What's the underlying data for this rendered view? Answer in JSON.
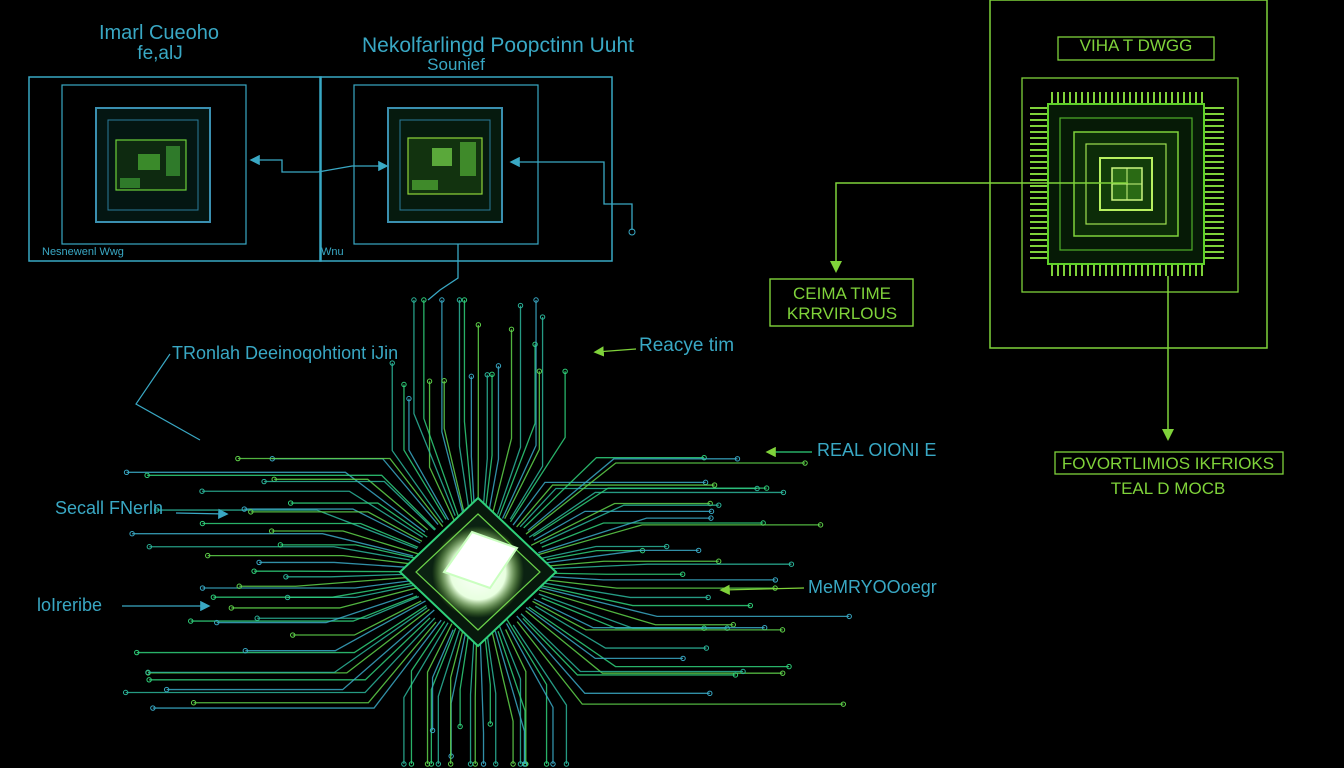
{
  "labels": {
    "top_left_1": "Imarl Cueoho",
    "top_left_2": "fe,alJ",
    "top_mid_1": "Nekolfarlingd Poopctinn Uuht",
    "top_mid_2": "Sounief",
    "caption_left": "Nesnewenl Wwg",
    "caption_mid": "Wnu",
    "transition": "TRonlah Deeinoqohtiont  iJin",
    "reactive": "Reacye tim",
    "real": "REAL OIONI E",
    "serial": "Secall FNerln",
    "interface": "loIreribe",
    "memory": "MeMRYOOoegr",
    "vhat": "VIHA T DWGG",
    "cema_1": "CEIMA TIME",
    "cema_2": "KRRVIRLOUS",
    "foro_1": "FOVORTLIMIOS IKFRIOKS",
    "foro_2": "TEAL D MOCB"
  },
  "colors": {
    "background": "#000000",
    "cyan": "#39a8c4",
    "green": "#7fd23a",
    "trace_green": "#2fd07a",
    "core_glow": "#ffffff"
  }
}
